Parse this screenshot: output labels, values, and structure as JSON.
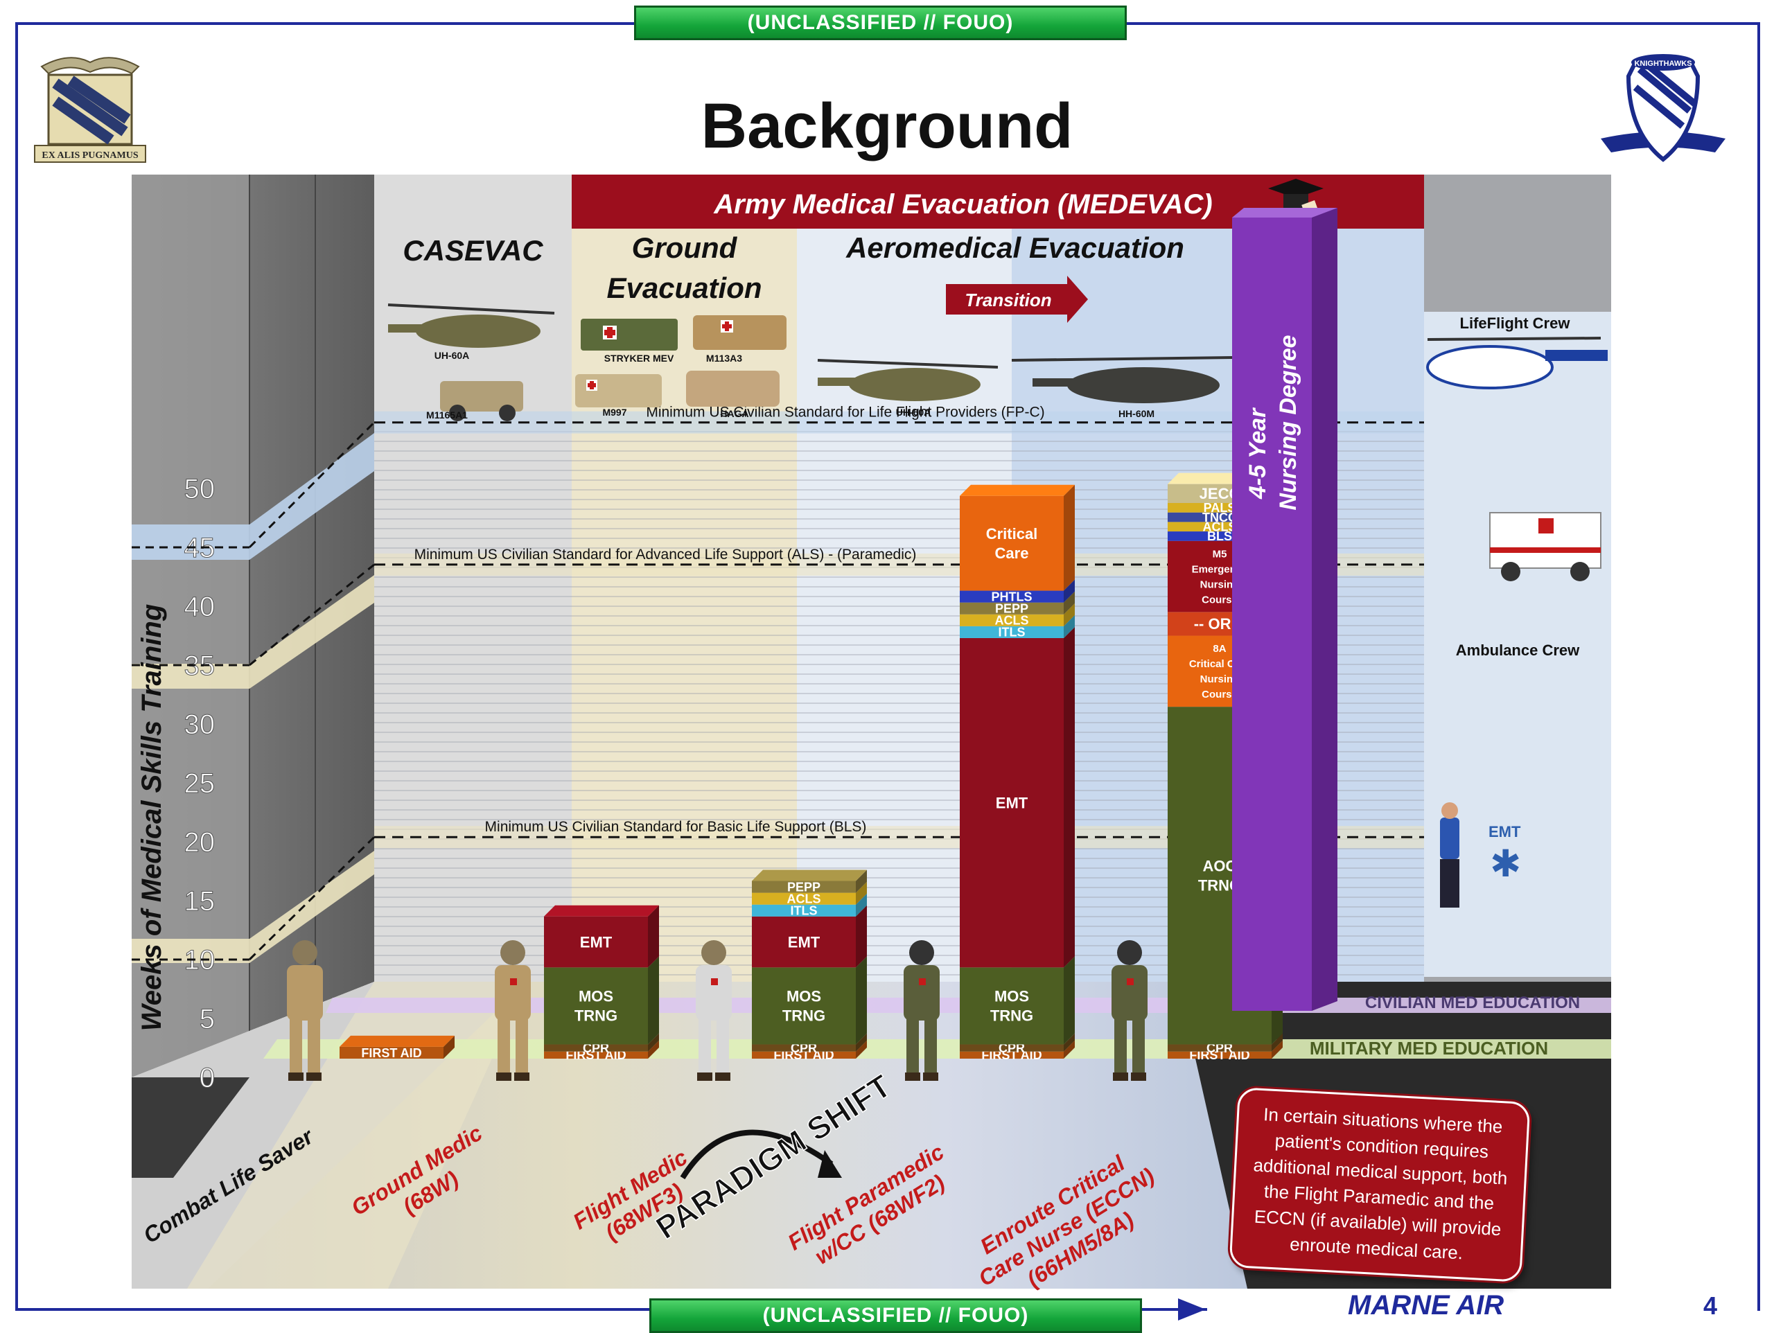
{
  "classification_top": "(UNCLASSIFIED // FOUO)",
  "classification_bottom": "(UNCLASSIFIED // FOUO)",
  "title": "Background",
  "left_logo_motto": "EX ALIS PUGNAMUS",
  "right_logo_text": "KNIGHTHAWKS",
  "footer_brand": "MARNE AIR",
  "page_number": "4",
  "sections": {
    "medevac": "Army Medical Evacuation (MEDEVAC)",
    "casevac": "CASEVAC",
    "ground_1": "Ground",
    "ground_2": "Evacuation",
    "aero": "Aeromedical  Evacuation",
    "transition": "Transition"
  },
  "vehicles": {
    "uh60a_1": "UH-60A",
    "m1165a1": "M1165A1",
    "stryker": "STRYKER MEV",
    "m113a3": "M113A3",
    "m997": "M997",
    "haga": "HAGA",
    "uh60a_2": "UH-60A",
    "hh60m": "HH-60M"
  },
  "standards": {
    "fpc": "Minimum US Civilian Standard for Life Flight Providers (FP-C)",
    "als": "Minimum US Civilian Standard for Advanced Life Support (ALS) - (Paramedic)",
    "bls": "Minimum US Civilian Standard for Basic Life Support (BLS)"
  },
  "nursing_1": "4-5 Year",
  "nursing_2": "Nursing Degree",
  "right_panel": {
    "lifeflight": "LifeFlight Crew",
    "ambulance": "Ambulance Crew",
    "emt_badge": "EMT"
  },
  "floor": {
    "civilian": "CIVILIAN MED EDUCATION",
    "military": "MILITARY MED EDUCATION"
  },
  "paradigm": "PARADIGM SHIFT",
  "callout": "In certain situations where the patient's condition requires additional medical support, both the Flight Paramedic and the ECCN (if available) will provide enroute medical care.",
  "roles": [
    {
      "label": "Combat Life Saver",
      "color": "#111111"
    },
    {
      "label": "Ground Medic\n(68W)",
      "color": "#c41a1a"
    },
    {
      "label": "Flight Medic\n(68WF3)",
      "color": "#c41a1a"
    },
    {
      "label": "Flight Paramedic\nw/CC (68WF2)",
      "color": "#c41a1a"
    },
    {
      "label": "Enroute Critical\nCare Nurse (ECCN)\n(66HM5/8A)",
      "color": "#c41a1a"
    }
  ],
  "colors": {
    "emt_red": "#8e0f1e",
    "mos_green": "#4d5e22",
    "orange": "#e8650f",
    "purple": "#8136b8",
    "header_red": "#9c0e1d",
    "banner_green": "#14a53a"
  },
  "chart_data": {
    "type": "bar",
    "stacked": true,
    "ylabel": "Weeks of Medical Skills Training",
    "ylim": [
      0,
      55
    ],
    "yticks": [
      0,
      5,
      10,
      15,
      20,
      25,
      30,
      35,
      40,
      45,
      50
    ],
    "categories": [
      "Combat Life Saver",
      "Ground Medic (68W)",
      "Flight Medic (68WF3)",
      "Flight Paramedic w/CC (68WF2)",
      "Enroute Critical Care Nurse (ECCN) (66HM5/8A)"
    ],
    "reference_lines": [
      {
        "label": "Minimum US Civilian Standard for Life Flight Providers (FP-C)",
        "value": 53
      },
      {
        "label": "Minimum US Civilian Standard for Advanced Life Support (ALS) - (Paramedic)",
        "value": 41
      },
      {
        "label": "Minimum US Civilian Standard for Basic Life Support (BLS)",
        "value": 18
      }
    ],
    "bars": [
      {
        "category": "Combat Life Saver",
        "segments": [
          {
            "label": "FIRST AID",
            "value": 1
          }
        ]
      },
      {
        "category": "Ground Medic (68W)",
        "segments": [
          {
            "label": "FIRST AID",
            "value": 0.6
          },
          {
            "label": "CPR",
            "value": 0.6
          },
          {
            "label": "MOS TRNG",
            "value": 6.5
          },
          {
            "label": "EMT",
            "value": 4.3
          }
        ]
      },
      {
        "category": "Flight Medic (68WF3)",
        "segments": [
          {
            "label": "FIRST AID",
            "value": 0.6
          },
          {
            "label": "CPR",
            "value": 0.6
          },
          {
            "label": "MOS TRNG",
            "value": 6.5
          },
          {
            "label": "EMT",
            "value": 4.3
          },
          {
            "label": "ITLS",
            "value": 1
          },
          {
            "label": "ACLS",
            "value": 1
          },
          {
            "label": "PEPP",
            "value": 1
          }
        ]
      },
      {
        "category": "Flight Paramedic w/CC (68WF2)",
        "segments": [
          {
            "label": "FIRST AID",
            "value": 0.6
          },
          {
            "label": "CPR",
            "value": 0.6
          },
          {
            "label": "MOS TRNG",
            "value": 6.5
          },
          {
            "label": "EMT",
            "value": 27.8
          },
          {
            "label": "ITLS",
            "value": 1
          },
          {
            "label": "ACLS",
            "value": 1
          },
          {
            "label": "PEPP",
            "value": 1
          },
          {
            "label": "PHTLS",
            "value": 1
          },
          {
            "label": "Critical Care",
            "value": 8
          }
        ]
      },
      {
        "category": "Enroute Critical Care Nurse (ECCN) (66HM5/8A)",
        "segments": [
          {
            "label": "FIRST AID",
            "value": 0.6
          },
          {
            "label": "CPR",
            "value": 0.6
          },
          {
            "label": "AOC TRNG",
            "value": 28.5
          },
          {
            "label": "8A Critical Care Nursing Course",
            "value": 6
          },
          {
            "label": "-- OR --",
            "value": 2
          },
          {
            "label": "M5 Emergency Nursing Course",
            "value": 6
          },
          {
            "label": "BLS",
            "value": 0.8
          },
          {
            "label": "ACLS",
            "value": 0.8
          },
          {
            "label": "TNCC",
            "value": 0.8
          },
          {
            "label": "PALS",
            "value": 0.8
          },
          {
            "label": "JECC",
            "value": 1.6
          }
        ]
      }
    ],
    "extra_segment_text": {
      "m5_1": "M5",
      "m5_2": "Emergency",
      "m5_3": "Nursing",
      "m5_4": "Course",
      "or": "-- OR --",
      "a8_1": "8A",
      "a8_2": "Critical Care",
      "a8_3": "Nursing",
      "a8_4": "Course",
      "aoc_1": "AOC",
      "aoc_2": "TRNG",
      "mos_1": "MOS",
      "mos_2": "TRNG",
      "cc_1": "Critical",
      "cc_2": "Care"
    }
  }
}
